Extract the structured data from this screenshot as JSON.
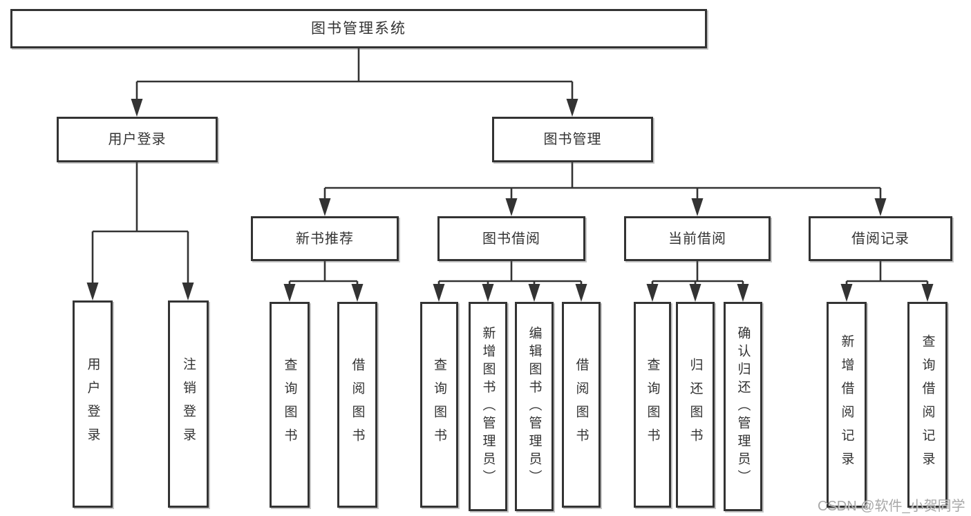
{
  "diagram": {
    "nodes": {
      "root": "图书管理系统",
      "user_login": "用户登录",
      "book_mgmt": "图书管理",
      "new_book_rec": "新书推荐",
      "book_borrow": "图书借阅",
      "current_borrow": "当前借阅",
      "borrow_records": "借阅记录",
      "leaf_user_login": "用户登录",
      "leaf_logout": "注销登录",
      "leaf_query_book_1": "查询图书",
      "leaf_borrow_book_1": "借阅图书",
      "leaf_query_book_2": "查询图书",
      "leaf_add_book_admin": "新增图书（管理员）",
      "leaf_edit_book_admin": "编辑图书（管理员）",
      "leaf_borrow_book_2": "借阅图书",
      "leaf_query_book_3": "查询图书",
      "leaf_return_book": "归还图书",
      "leaf_confirm_return_admin": "确认归还（管理员）",
      "leaf_add_borrow_record": "新增借阅记录",
      "leaf_query_borrow_record": "查询借阅记录"
    },
    "colors": {
      "line": "#333333",
      "box_border": "#333333",
      "box_fill": "#ffffff",
      "text": "#333333",
      "watermark": "#9e9e9e"
    },
    "watermark": "CSDN @软件_小贺同学"
  }
}
